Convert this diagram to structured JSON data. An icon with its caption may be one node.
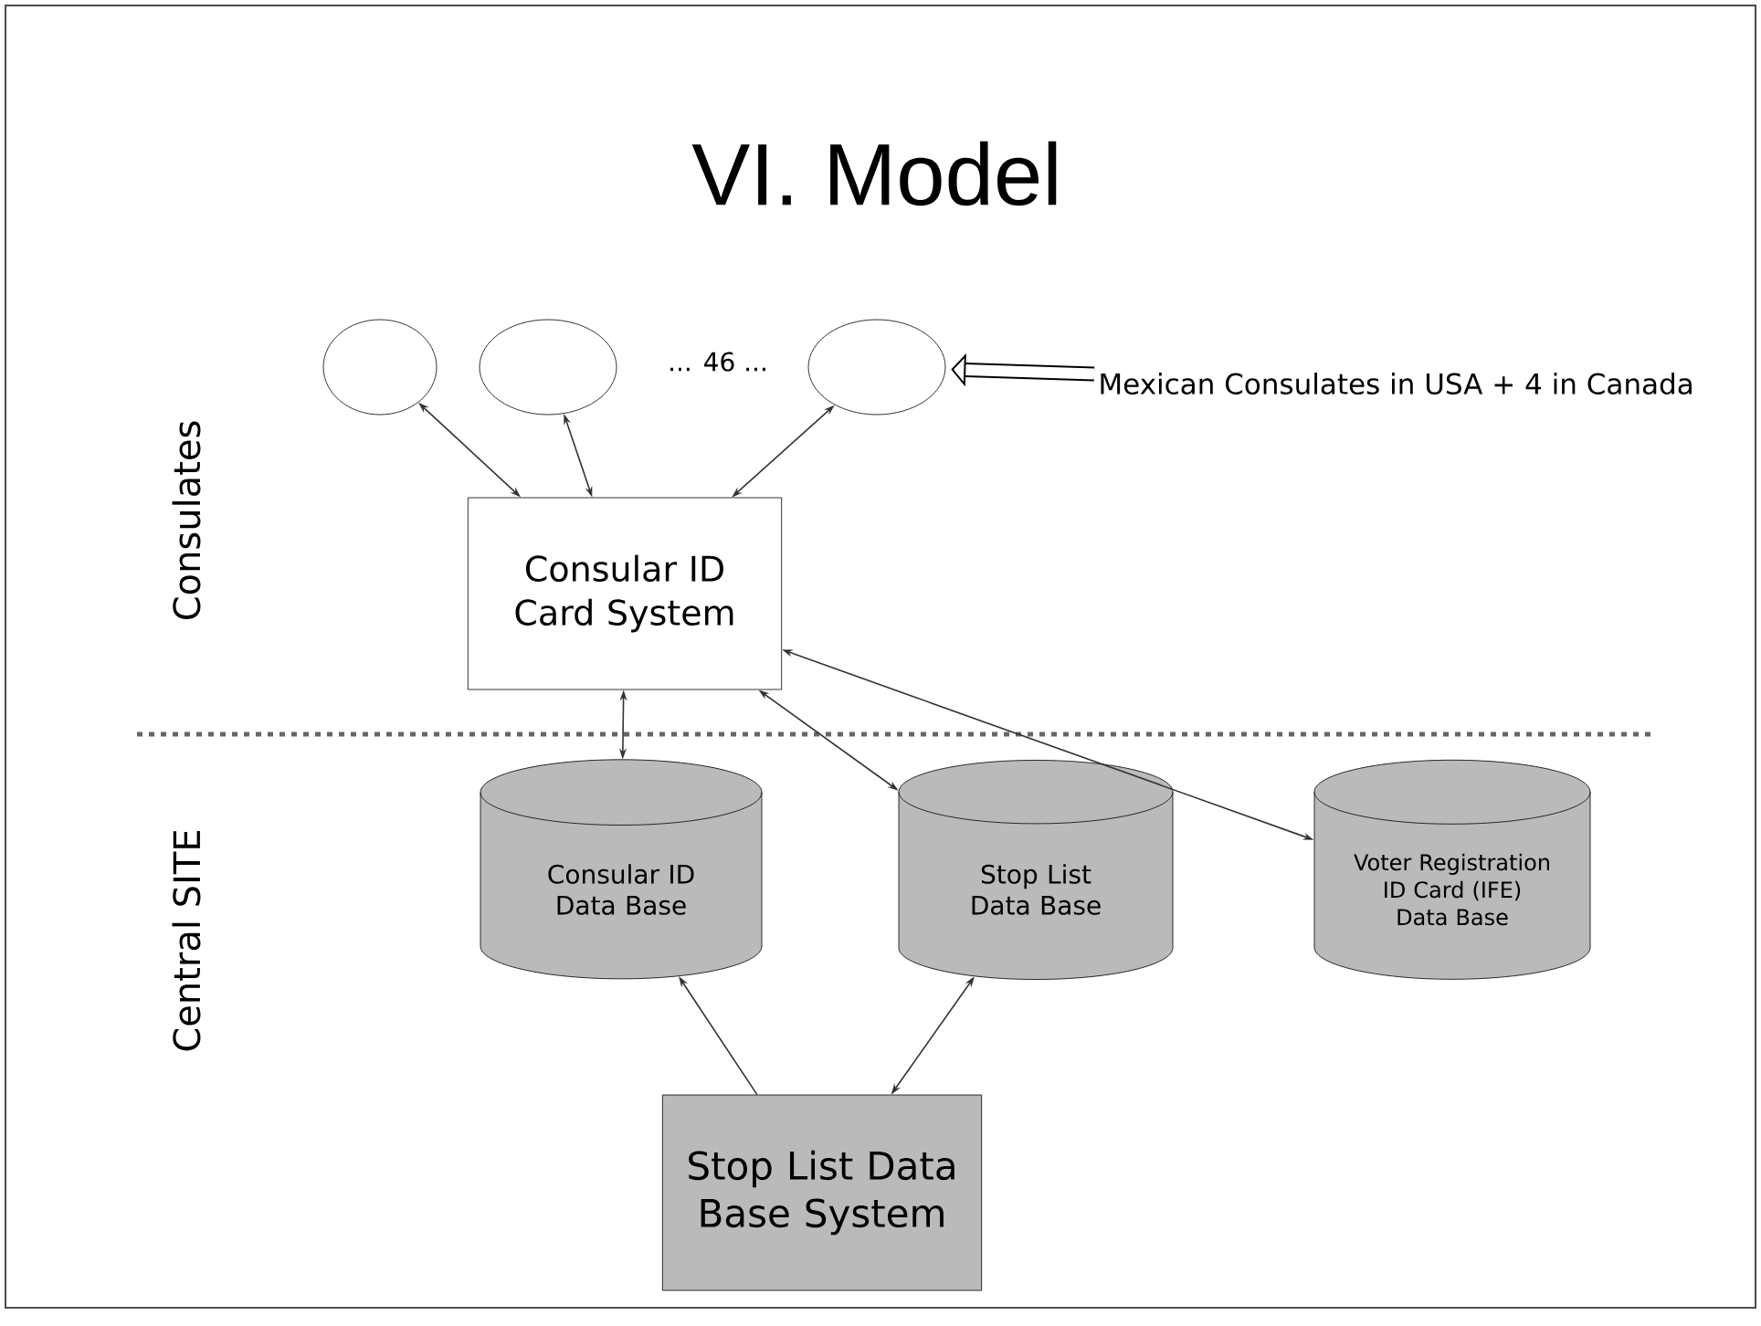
{
  "diagram": {
    "title": "VI. Model",
    "nodes": [
      {
        "text": [],
        "shape": "ellipse"
      },
      {
        "text": [],
        "shape": "ellipse"
      },
      {
        "text": [],
        "shape": "ellipse"
      },
      {
        "text": [
          "Mexican Consulates in USA + 4 in Canada"
        ]
      },
      {
        "text": [
          "Consular ID Card System"
        ]
      },
      {
        "text": [
          "Consular ID Data Base"
        ]
      },
      {
        "text": [
          "Stop List Data Base"
        ]
      },
      {
        "text": [
          "Voter Registration ID Card (IFE) Data Base"
        ]
      },
      {
        "text": [
          "Stop List Data Base System"
        ]
      }
    ],
    "edges": [
      {
        "from": 0,
        "to": 4,
        "arrow": "both"
      },
      {
        "from": 1,
        "to": 4,
        "arrow": "both"
      },
      {
        "from": 2,
        "to": 4,
        "arrow": "both"
      },
      {
        "from": 3,
        "to": 2,
        "arrow": "to",
        "style": "thick"
      },
      {
        "from": 4,
        "to": 5,
        "arrow": "both"
      },
      {
        "from": 4,
        "to": 6,
        "arrow": "both"
      },
      {
        "from": 4,
        "to": 7,
        "arrow": "both"
      },
      {
        "from": 8,
        "to": 5,
        "arrow": "to"
      },
      {
        "from": 8,
        "to": 6,
        "arrow": "both"
      }
    ],
    "labels": [
      "... 46 ...",
      "Consulates",
      "Central SITE"
    ]
  }
}
